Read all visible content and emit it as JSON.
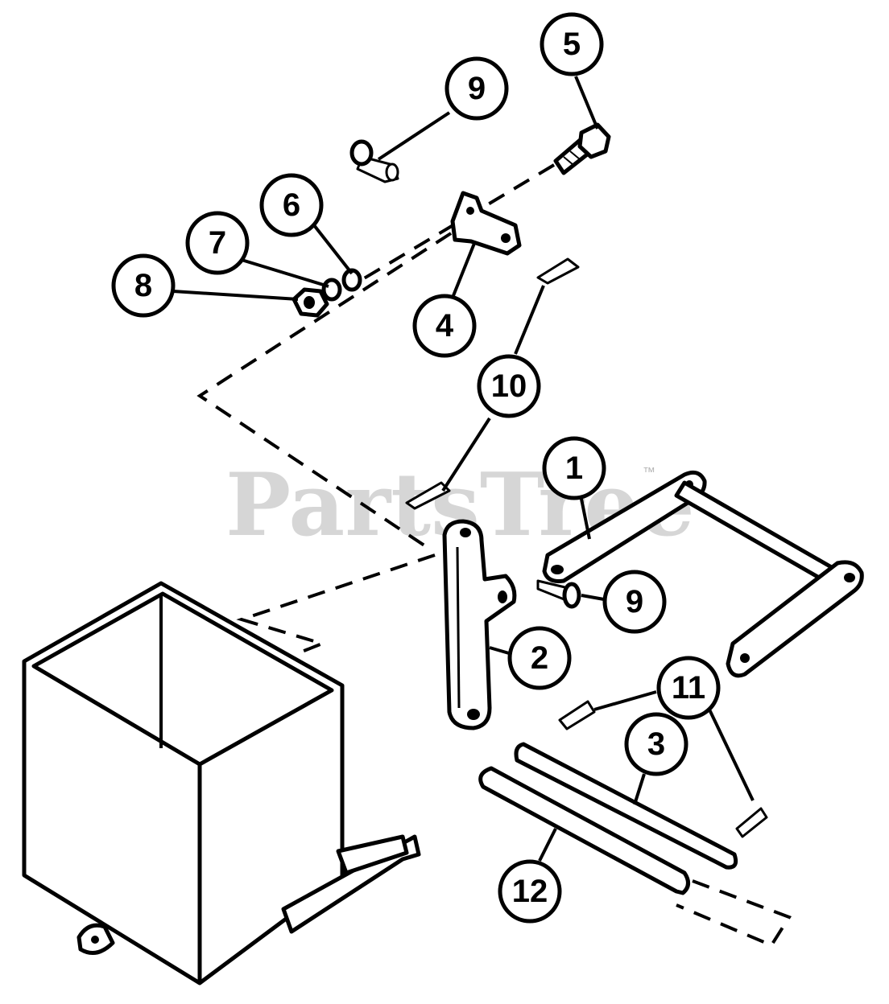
{
  "watermark": {
    "text": "PartsTree",
    "trademark": "™"
  },
  "callouts": [
    {
      "id": "callout-1",
      "label": "1"
    },
    {
      "id": "callout-2",
      "label": "2"
    },
    {
      "id": "callout-3",
      "label": "3"
    },
    {
      "id": "callout-4",
      "label": "4"
    },
    {
      "id": "callout-5",
      "label": "5"
    },
    {
      "id": "callout-6",
      "label": "6"
    },
    {
      "id": "callout-7",
      "label": "7"
    },
    {
      "id": "callout-8",
      "label": "8"
    },
    {
      "id": "callout-9a",
      "label": "9"
    },
    {
      "id": "callout-9b",
      "label": "9"
    },
    {
      "id": "callout-10",
      "label": "10"
    },
    {
      "id": "callout-11",
      "label": "11"
    },
    {
      "id": "callout-12",
      "label": "12"
    }
  ]
}
